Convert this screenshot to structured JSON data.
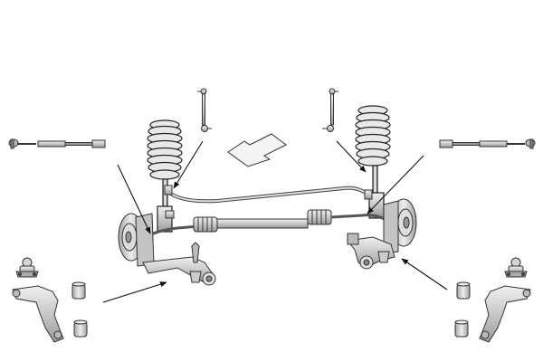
{
  "diagram": {
    "kind": "front suspension exploded parts view",
    "colors": {
      "background": "#ffffff",
      "part_fill": "#cfcfcf",
      "part_light": "#e6e6e6",
      "part_dark": "#8c8c8c",
      "outline": "#222222",
      "arrow": "#111111"
    },
    "parts": [
      {
        "id": "coil-spring-left",
        "label": ""
      },
      {
        "id": "coil-spring-right",
        "label": ""
      },
      {
        "id": "stabilizer-link-left",
        "label": ""
      },
      {
        "id": "stabilizer-link-right",
        "label": ""
      },
      {
        "id": "tie-rod-left",
        "label": ""
      },
      {
        "id": "tie-rod-right",
        "label": ""
      },
      {
        "id": "ball-joint-left",
        "label": ""
      },
      {
        "id": "ball-joint-right",
        "label": ""
      },
      {
        "id": "control-arm-left",
        "label": ""
      },
      {
        "id": "control-arm-right",
        "label": ""
      },
      {
        "id": "bushings-left",
        "label": ""
      },
      {
        "id": "bushings-right",
        "label": ""
      },
      {
        "id": "stabilizer-bar",
        "label": ""
      },
      {
        "id": "steering-rack",
        "label": ""
      },
      {
        "id": "direction-arrow",
        "label": ""
      }
    ]
  }
}
